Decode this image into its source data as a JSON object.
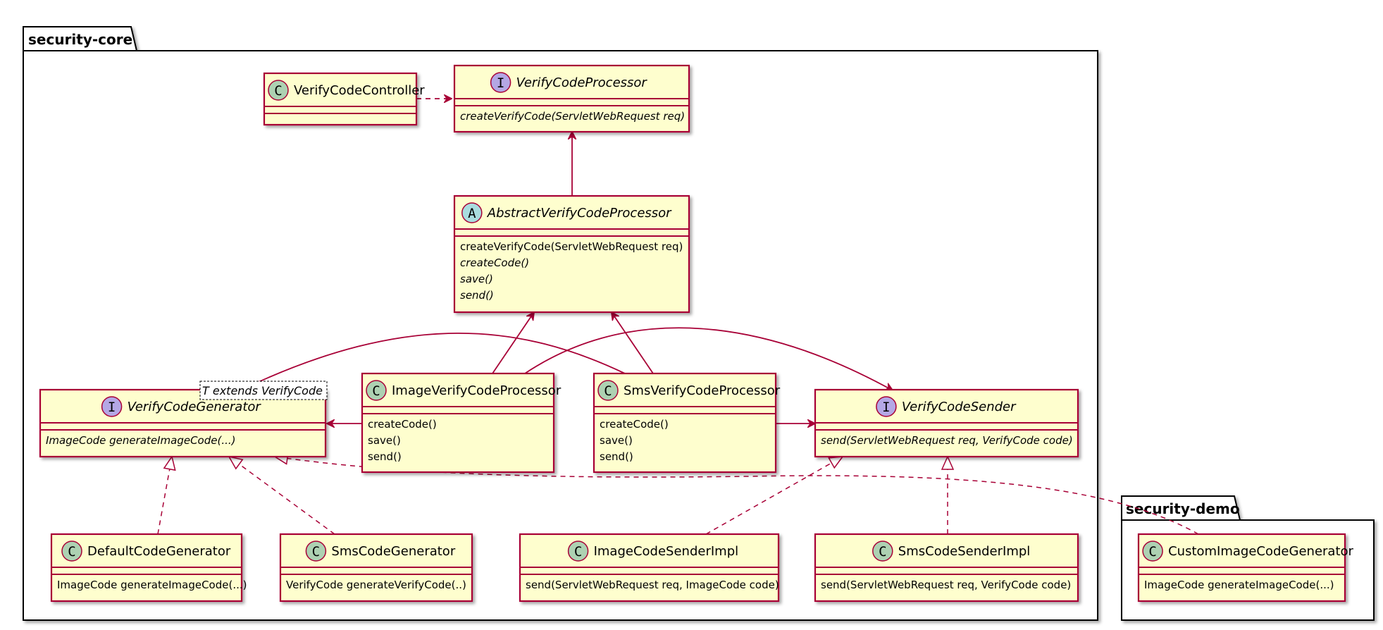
{
  "packages": [
    {
      "id": "security-core",
      "name": "security-core"
    },
    {
      "id": "security-demo",
      "name": "security-demo"
    }
  ],
  "classes": [
    {
      "id": "controller",
      "kind": "class",
      "letter": "C",
      "name": "VerifyCodeController",
      "italic": false,
      "generic": "",
      "members": []
    },
    {
      "id": "processor",
      "kind": "interface",
      "letter": "I",
      "name": "VerifyCodeProcessor",
      "italic": true,
      "generic": "",
      "members": [
        {
          "text": "createVerifyCode(ServletWebRequest req)",
          "italic": true
        }
      ]
    },
    {
      "id": "abstractProcessor",
      "kind": "abstract",
      "letter": "A",
      "name": "AbstractVerifyCodeProcessor",
      "italic": true,
      "generic": "",
      "members": [
        {
          "text": "createVerifyCode(ServletWebRequest req)",
          "italic": false
        },
        {
          "text": "createCode()",
          "italic": true
        },
        {
          "text": "save()",
          "italic": true
        },
        {
          "text": "send()",
          "italic": true
        }
      ]
    },
    {
      "id": "generator",
      "kind": "interface",
      "letter": "I",
      "name": "VerifyCodeGenerator",
      "italic": true,
      "generic": "T extends VerifyCode",
      "members": [
        {
          "text": "ImageCode generateImageCode(...)",
          "italic": true
        }
      ]
    },
    {
      "id": "imageProcessor",
      "kind": "class",
      "letter": "C",
      "name": "ImageVerifyCodeProcessor",
      "italic": false,
      "generic": "",
      "members": [
        {
          "text": "createCode()",
          "italic": false
        },
        {
          "text": "save()",
          "italic": false
        },
        {
          "text": "send()",
          "italic": false
        }
      ]
    },
    {
      "id": "smsProcessor",
      "kind": "class",
      "letter": "C",
      "name": "SmsVerifyCodeProcessor",
      "italic": false,
      "generic": "",
      "members": [
        {
          "text": "createCode()",
          "italic": false
        },
        {
          "text": "save()",
          "italic": false
        },
        {
          "text": "send()",
          "italic": false
        }
      ]
    },
    {
      "id": "sender",
      "kind": "interface",
      "letter": "I",
      "name": "VerifyCodeSender",
      "italic": true,
      "generic": "",
      "members": [
        {
          "text": "send(ServletWebRequest req, VerifyCode code)",
          "italic": true
        }
      ]
    },
    {
      "id": "defaultGen",
      "kind": "class",
      "letter": "C",
      "name": "DefaultCodeGenerator",
      "italic": false,
      "generic": "",
      "members": [
        {
          "text": "ImageCode generateImageCode(...)",
          "italic": false
        }
      ]
    },
    {
      "id": "smsGen",
      "kind": "class",
      "letter": "C",
      "name": "SmsCodeGenerator",
      "italic": false,
      "generic": "",
      "members": [
        {
          "text": "VerifyCode generateVerifyCode(..)",
          "italic": false
        }
      ]
    },
    {
      "id": "imageSender",
      "kind": "class",
      "letter": "C",
      "name": "ImageCodeSenderImpl",
      "italic": false,
      "generic": "",
      "members": [
        {
          "text": "send(ServletWebRequest req, ImageCode code)",
          "italic": false
        }
      ]
    },
    {
      "id": "smsSender",
      "kind": "class",
      "letter": "C",
      "name": "SmsCodeSenderImpl",
      "italic": false,
      "generic": "",
      "members": [
        {
          "text": "send(ServletWebRequest req, VerifyCode code)",
          "italic": false
        }
      ]
    },
    {
      "id": "customGen",
      "kind": "class",
      "letter": "C",
      "name": "CustomImageCodeGenerator",
      "italic": false,
      "generic": "",
      "members": [
        {
          "text": "ImageCode generateImageCode(...)",
          "italic": false
        }
      ]
    }
  ],
  "relations": [
    {
      "from": "controller",
      "to": "processor",
      "type": "dependency"
    },
    {
      "from": "abstractProcessor",
      "to": "processor",
      "type": "association"
    },
    {
      "from": "imageProcessor",
      "to": "abstractProcessor",
      "type": "association"
    },
    {
      "from": "smsProcessor",
      "to": "abstractProcessor",
      "type": "association"
    },
    {
      "from": "imageProcessor",
      "to": "generator",
      "type": "association"
    },
    {
      "from": "imageProcessor",
      "to": "sender",
      "type": "association"
    },
    {
      "from": "smsProcessor",
      "to": "generator",
      "type": "association"
    },
    {
      "from": "smsProcessor",
      "to": "sender",
      "type": "association"
    },
    {
      "from": "defaultGen",
      "to": "generator",
      "type": "realization"
    },
    {
      "from": "smsGen",
      "to": "generator",
      "type": "realization"
    },
    {
      "from": "customGen",
      "to": "generator",
      "type": "realization"
    },
    {
      "from": "imageSender",
      "to": "sender",
      "type": "realization"
    },
    {
      "from": "smsSender",
      "to": "sender",
      "type": "realization"
    }
  ],
  "colors": {
    "class_fill": "#FEFECE",
    "border": "#A80036",
    "class_circle": "#ADD1B2",
    "interface_circle": "#B4A7E5",
    "abstract_circle": "#A9DCDF",
    "package_border": "#000000"
  }
}
